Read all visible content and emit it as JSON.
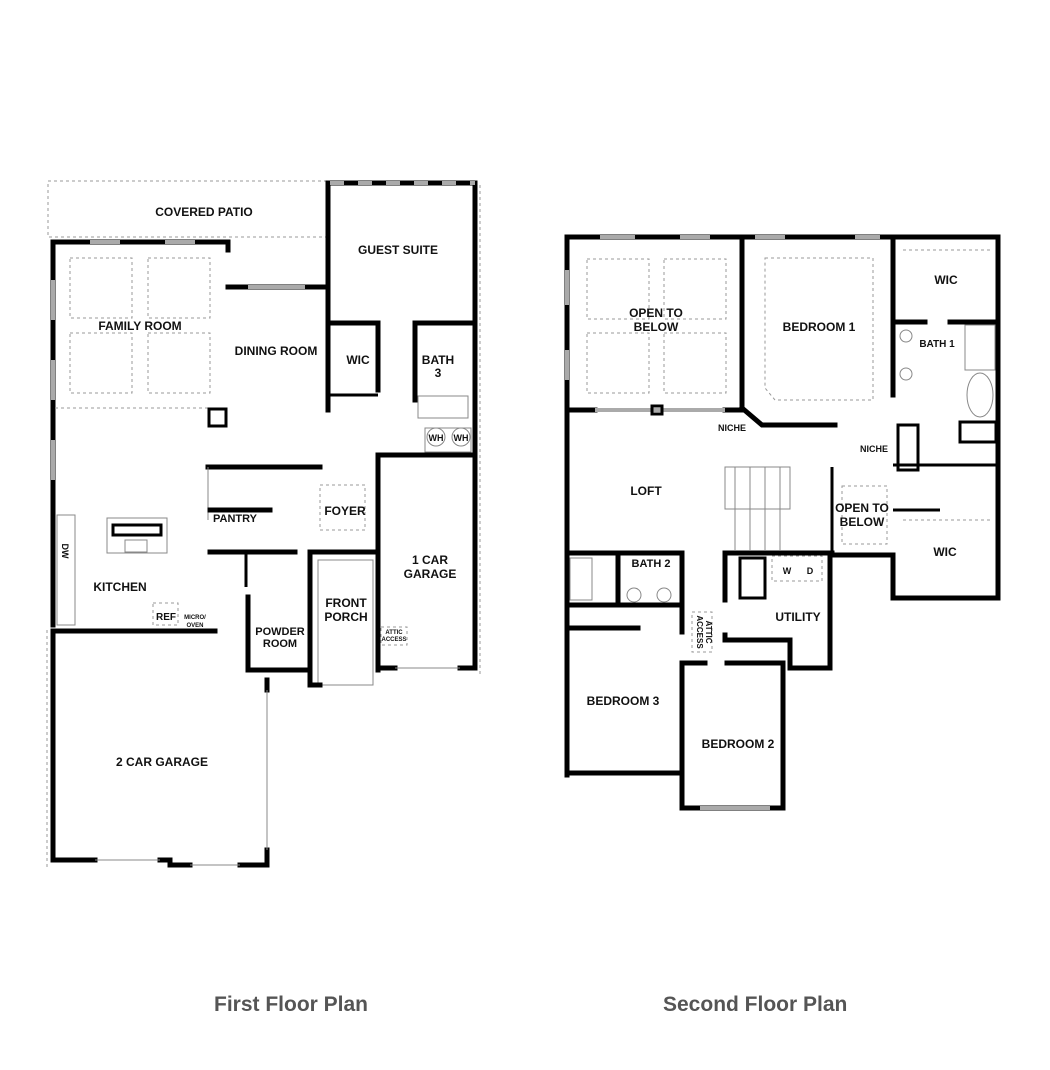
{
  "first_floor": {
    "caption": "First Floor Plan",
    "rooms": {
      "covered_patio": "COVERED PATIO",
      "guest_suite": "GUEST SUITE",
      "family_room": "FAMILY ROOM",
      "dining_room": "DINING ROOM",
      "wic": "WIC",
      "bath3_line1": "BATH",
      "bath3_line2": "3",
      "wh1": "WH",
      "wh2": "WH",
      "pantry": "PANTRY",
      "foyer": "FOYER",
      "kitchen": "KITCHEN",
      "dw": "DW",
      "ref": "REF",
      "micro_line1": "MICRO/",
      "micro_line2": "OVEN",
      "one_car_line1": "1 CAR",
      "one_car_line2": "GARAGE",
      "front_porch_line1": "FRONT",
      "front_porch_line2": "PORCH",
      "powder_line1": "POWDER",
      "powder_line2": "ROOM",
      "attic_line1": "ATTIC",
      "attic_line2": "ACCESS",
      "two_car_garage": "2 CAR GARAGE"
    }
  },
  "second_floor": {
    "caption": "Second Floor Plan",
    "rooms": {
      "open_below_1_line1": "OPEN TO",
      "open_below_1_line2": "BELOW",
      "bedroom1": "BEDROOM 1",
      "wic_top": "WIC",
      "bath1": "BATH 1",
      "niche1": "NICHE",
      "niche2": "NICHE",
      "loft": "LOFT",
      "open_below_2_line1": "OPEN TO",
      "open_below_2_line2": "BELOW",
      "wic_bottom": "WIC",
      "bath2": "BATH 2",
      "washer": "W",
      "dryer": "D",
      "utility": "UTILITY",
      "attic_line1": "ATTIC",
      "attic_line2": "ACCESS",
      "bedroom3": "BEDROOM 3",
      "bedroom2": "BEDROOM 2"
    }
  }
}
